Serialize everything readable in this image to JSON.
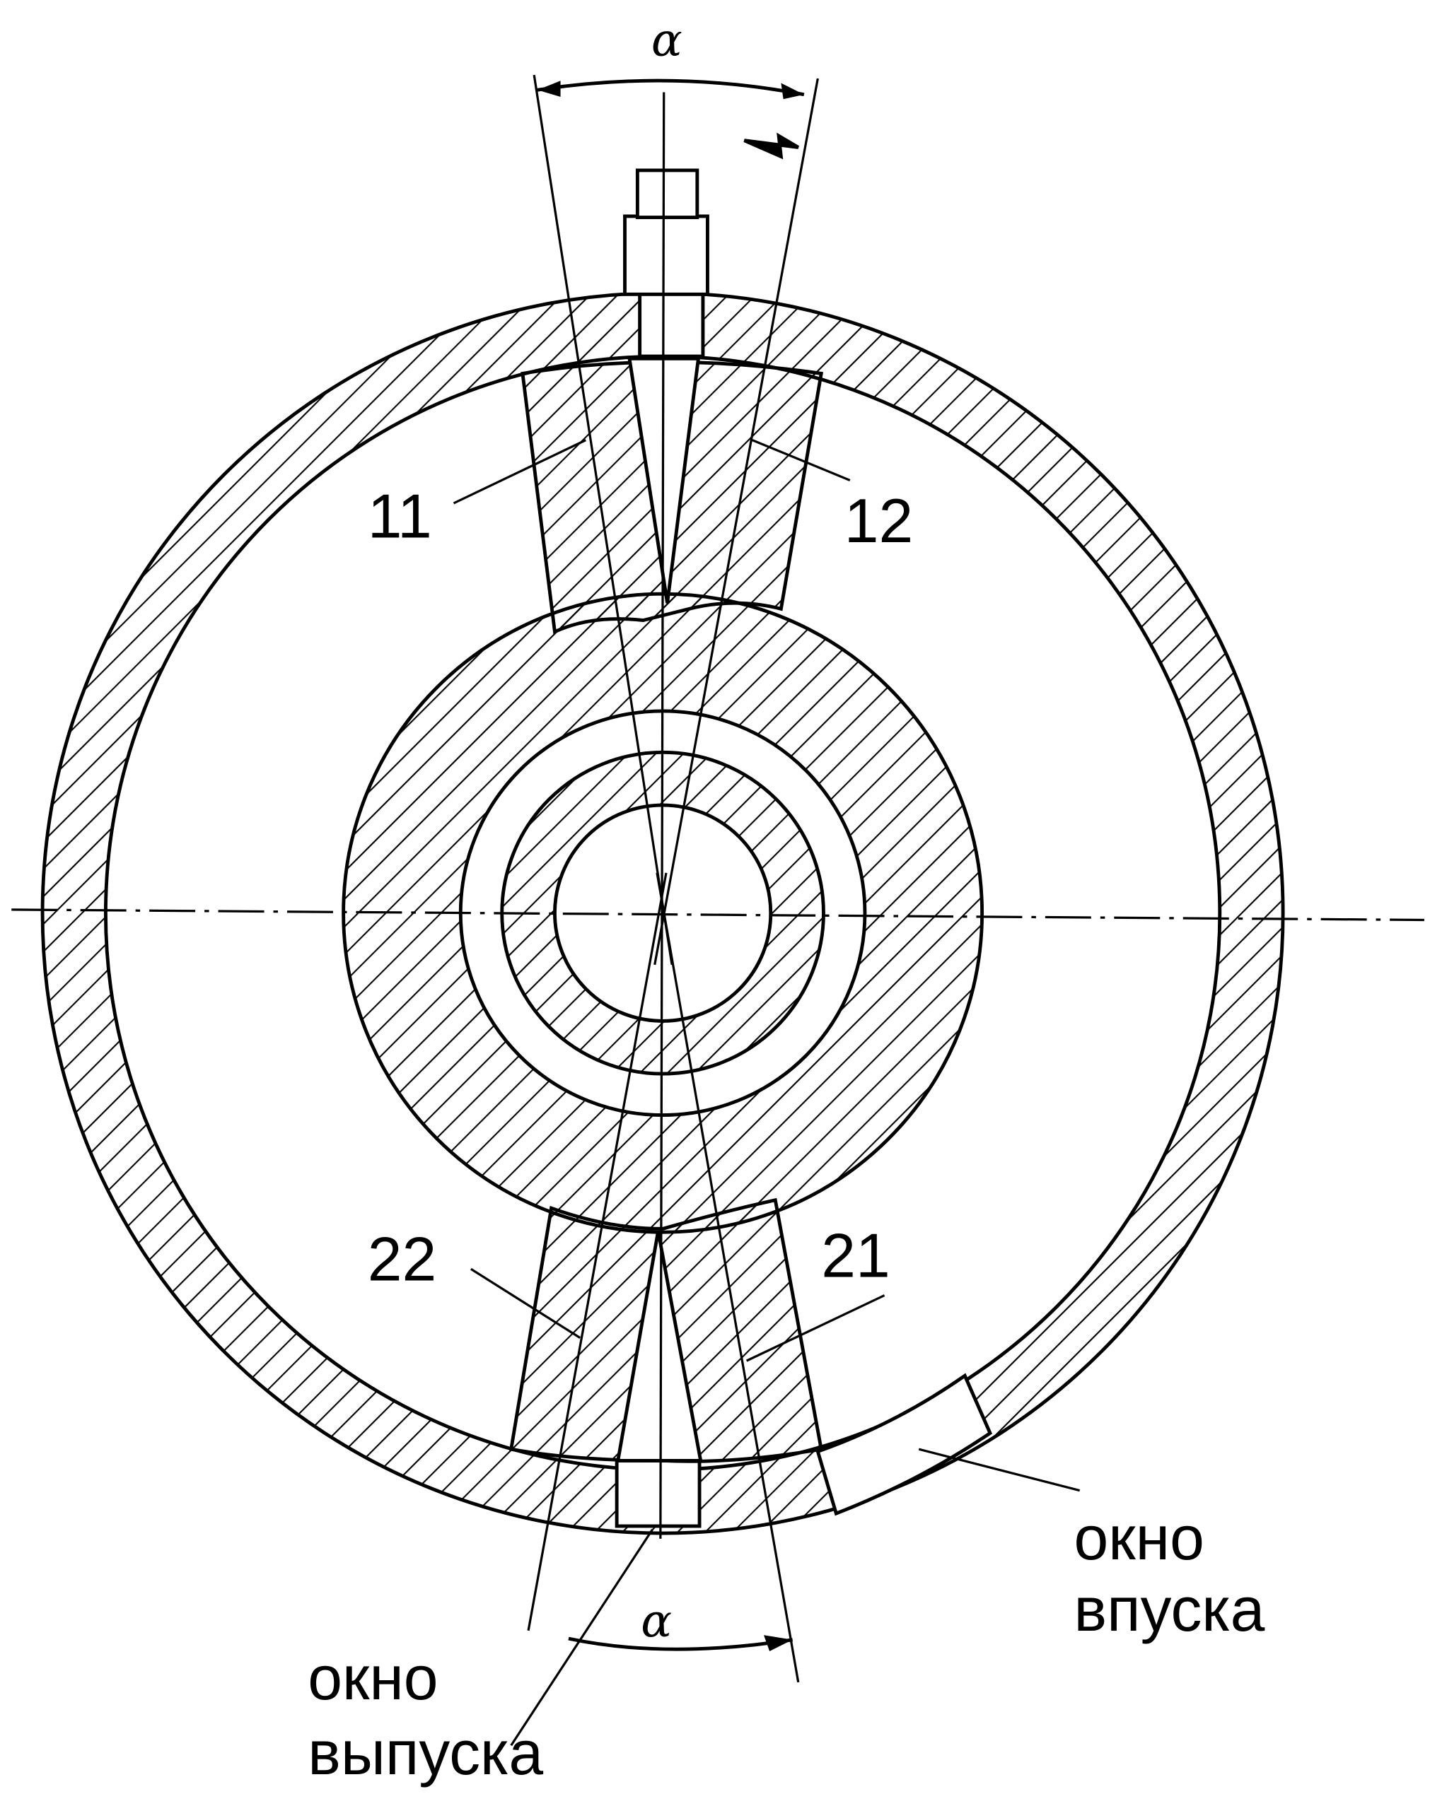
{
  "figure": {
    "labels": {
      "vane_11": "11",
      "vane_12": "12",
      "vane_22": "22",
      "vane_21": "21",
      "intake_window_line1": "окно",
      "intake_window_line2": "впуска",
      "exhaust_window_line1": "окно",
      "exhaust_window_line2": "выпуска"
    },
    "angle_top": "α",
    "angle_bottom": "α"
  }
}
